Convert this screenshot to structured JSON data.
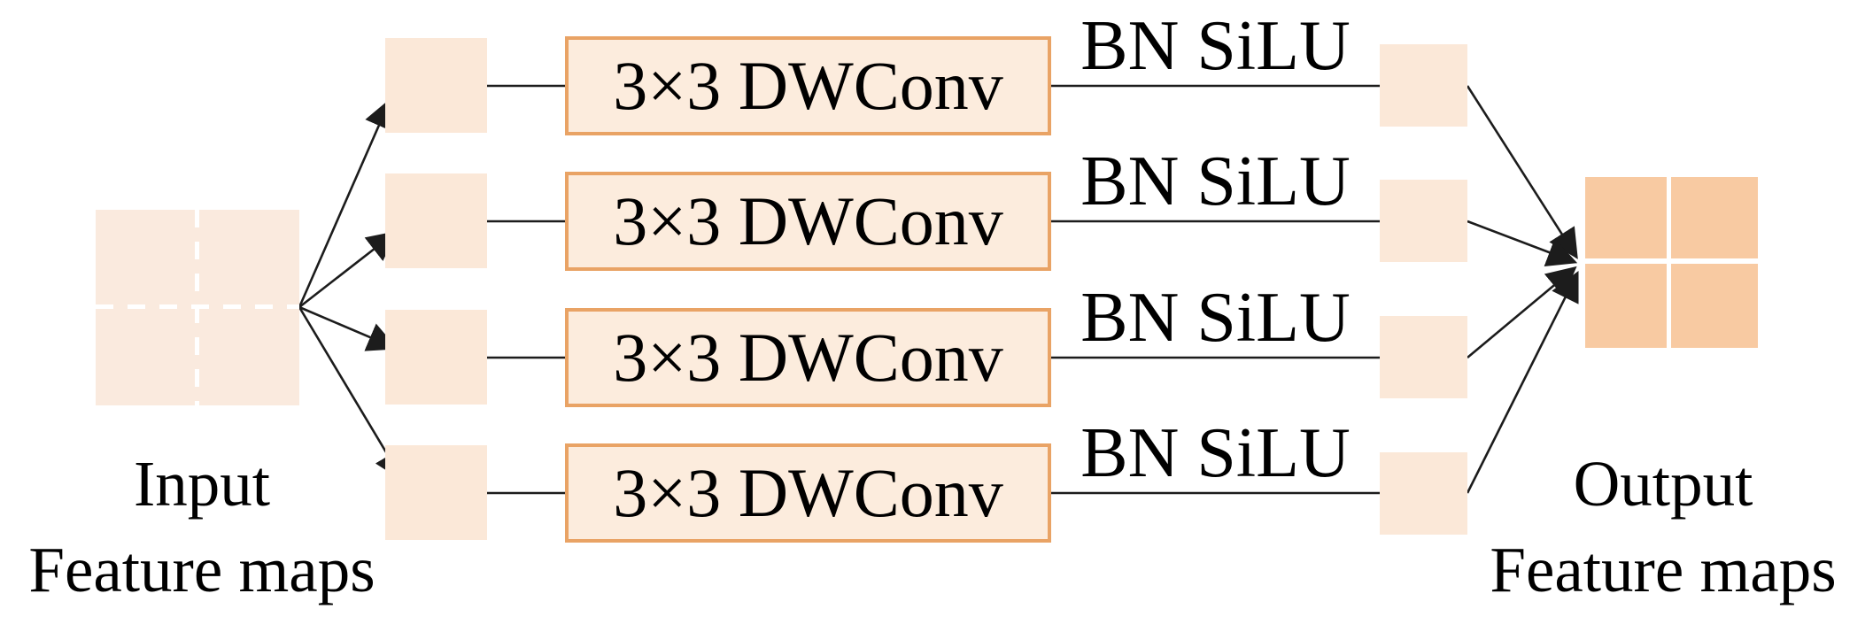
{
  "diagram": {
    "input_caption": {
      "line1": "Input",
      "line2": "Feature maps"
    },
    "output_caption": {
      "line1": "Output",
      "line2": "Feature maps"
    },
    "rows": [
      {
        "conv_label": "3×3 DWConv",
        "activation_label": "BN SiLU"
      },
      {
        "conv_label": "3×3 DWConv",
        "activation_label": "BN SiLU"
      },
      {
        "conv_label": "3×3 DWConv",
        "activation_label": "BN SiLU"
      },
      {
        "conv_label": "3×3 DWConv",
        "activation_label": "BN SiLU"
      }
    ],
    "colors": {
      "feature_map_light": "#fbe8d8",
      "input_map_fill": "#faeade",
      "conv_box_fill": "#fcecdd",
      "conv_box_border": "#e9a365",
      "output_map_fill": "#f8caa2",
      "line_color": "#1c1c1c",
      "text_color": "#000000"
    }
  }
}
